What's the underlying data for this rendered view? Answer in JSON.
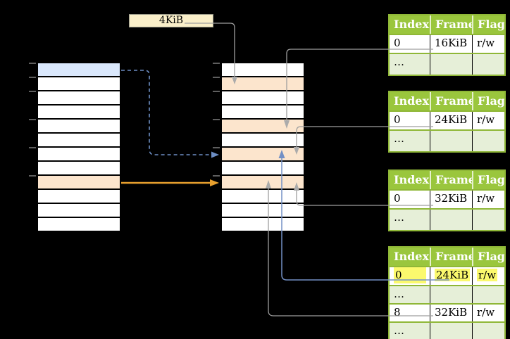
{
  "colors": {
    "bg": "#000000",
    "row-blue": "#DAE8FC",
    "row-orange": "#FCE5CD",
    "label-cream": "#FAEFC9",
    "green-header": "#9AC63D",
    "green-border": "#8FB737",
    "green-light": "#E6EFD8",
    "highlight-yellow": "#FBF96D",
    "arrow-gray": "#9E9E9E",
    "arrow-gray-head": "#ABABAB",
    "tick-gray": "#7F7F7F",
    "arrow-orange": "#E8A02E",
    "arrow-blue-dashed": "#6D8EC4",
    "arrow-blue-solid": "#7390C5"
  },
  "frame_size_label": "4KiB",
  "memory_columns": {
    "left": {
      "rows": 12,
      "highlighted": [
        {
          "row": 0,
          "color": "blue"
        },
        {
          "row": 8,
          "color": "orange"
        }
      ]
    },
    "middle": {
      "rows": 12,
      "highlighted": [
        {
          "row": 1,
          "color": "orange"
        },
        {
          "row": 4,
          "color": "orange"
        },
        {
          "row": 6,
          "color": "orange"
        },
        {
          "row": 8,
          "color": "orange"
        }
      ]
    }
  },
  "page_tables": [
    {
      "columns": [
        "Index",
        "Frame",
        "Flags"
      ],
      "rows": [
        [
          "0",
          "16KiB",
          "r/w"
        ],
        [
          "…",
          "",
          ""
        ]
      ]
    },
    {
      "columns": [
        "Index",
        "Frame",
        "Flags"
      ],
      "rows": [
        [
          "0",
          "24KiB",
          "r/w"
        ],
        [
          "…",
          "",
          ""
        ]
      ]
    },
    {
      "columns": [
        "Index",
        "Frame",
        "Flags"
      ],
      "rows": [
        [
          "0",
          "32KiB",
          "r/w"
        ],
        [
          "…",
          "",
          ""
        ]
      ]
    },
    {
      "columns": [
        "Index",
        "Frame",
        "Flags"
      ],
      "rows": [
        [
          "0",
          "24KiB",
          "r/w"
        ],
        [
          "…",
          "",
          ""
        ],
        [
          "8",
          "32KiB",
          "r/w"
        ],
        [
          "…",
          "",
          ""
        ]
      ],
      "highlighted_row": 0
    }
  ]
}
